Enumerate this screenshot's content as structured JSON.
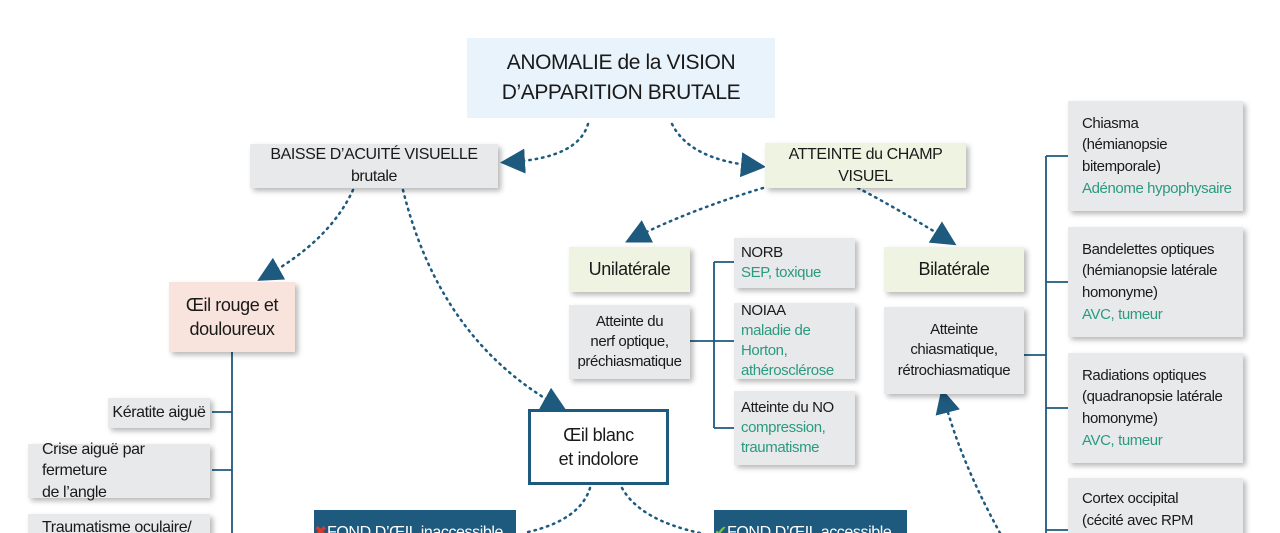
{
  "title": {
    "line1": "ANOMALIE de la VISION",
    "line2": "D’APPARITION BRUTALE"
  },
  "baisse": "BAISSE D’ACUITÉ VISUELLE brutale",
  "champ": "ATTEINTE du CHAMP VISUEL",
  "oeil_rouge": {
    "line1": "Œil rouge et",
    "line2": "douloureux"
  },
  "keratite": "Kératite aiguë",
  "crise": {
    "line1": "Crise aiguë par fermeture",
    "line2": "de l’angle"
  },
  "traumatisme": "Traumatisme oculaire/",
  "oeil_blanc": {
    "line1": "Œil blanc",
    "line2": "et indolore"
  },
  "fond_inacc": {
    "icon": "✖",
    "text": "FOND D’ŒIL inaccessible"
  },
  "fond_acc": {
    "icon": "✔",
    "text": "FOND D’ŒIL accessible"
  },
  "unilaterale": "Unilatérale",
  "bilaterale": "Bilatérale",
  "atteinte_nerf": {
    "line1": "Atteinte du",
    "line2": "nerf optique,",
    "line3": "préchiasmatique"
  },
  "atteinte_chiasm": {
    "line1": "Atteinte",
    "line2": "chiasmatique,",
    "line3": "rétrochiasmatique"
  },
  "norb": {
    "title": "NORB",
    "cause": "SEP, toxique"
  },
  "noiaa": {
    "title": "NOIAA",
    "cause1": "maladie de Horton,",
    "cause2": "athérosclérose"
  },
  "atteinte_no": {
    "title": "Atteinte du NO",
    "cause1": "compression,",
    "cause2": "traumatisme"
  },
  "chiasma": {
    "l1": "Chiasma",
    "l2": "(hémianopsie",
    "l3": "bitemporale)",
    "cause": "Adénome hypophysaire"
  },
  "bandelettes": {
    "l1": "Bandelettes optiques",
    "l2": "(hémianopsie latérale",
    "l3": "homonyme)",
    "cause": "AVC, tumeur"
  },
  "radiations": {
    "l1": "Radiations optiques",
    "l2": "(quadranopsie latérale",
    "l3": "homonyme)",
    "cause": "AVC, tumeur"
  },
  "cortex": {
    "l1": "Cortex occipital",
    "l2": "(cécité avec RPM"
  },
  "colors": {
    "navy": "#1e5a7e",
    "teal": "#2a9a80",
    "red": "#d83a2a",
    "green_check": "#7ac04a"
  }
}
